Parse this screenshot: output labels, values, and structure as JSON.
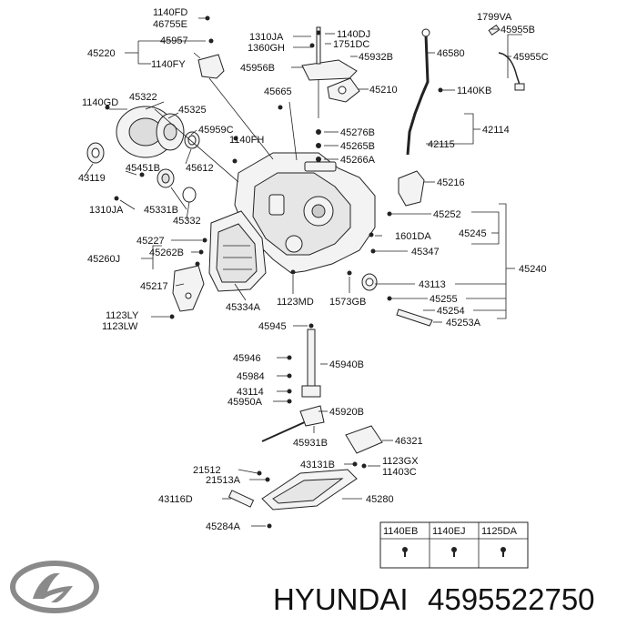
{
  "labels": {
    "l_1140FD": "1140FD",
    "l_46755E": "46755E",
    "l_45957": "45957",
    "l_45220": "45220",
    "l_1140FY": "1140FY",
    "l_1310JA_top": "1310JA",
    "l_1360GH": "1360GH",
    "l_1140DJ": "1140DJ",
    "l_1751DC": "1751DC",
    "l_45956B": "45956B",
    "l_45932B": "45932B",
    "l_46580": "46580",
    "l_1799VA": "1799VA",
    "l_45955B": "45955B",
    "l_45955C": "45955C",
    "l_45210": "45210",
    "l_1140KB": "1140KB",
    "l_45665": "45665",
    "l_1140GD": "1140GD",
    "l_45322": "45322",
    "l_45325": "45325",
    "l_45959C": "45959C",
    "l_1140FH": "1140FH",
    "l_45612": "45612",
    "l_45276B": "45276B",
    "l_45265B": "45265B",
    "l_45266A": "45266A",
    "l_42114": "42114",
    "l_42115": "42115",
    "l_43119": "43119",
    "l_45451B": "45451B",
    "l_1310JA_left": "1310JA",
    "l_45331B": "45331B",
    "l_45332": "45332",
    "l_45216": "45216",
    "l_45252": "45252",
    "l_45245": "45245",
    "l_1601DA": "1601DA",
    "l_45347": "45347",
    "l_45240": "45240",
    "l_45227": "45227",
    "l_45262B": "45262B",
    "l_45260J": "45260J",
    "l_45217": "45217",
    "l_45334A": "45334A",
    "l_1123MD": "1123MD",
    "l_1573GB": "1573GB",
    "l_43113": "43113",
    "l_45255": "45255",
    "l_45254": "45254",
    "l_45253A": "45253A",
    "l_1123LY": "1123LY",
    "l_1123LW": "1123LW",
    "l_45945": "45945",
    "l_45946": "45946",
    "l_45940B": "45940B",
    "l_45984": "45984",
    "l_43114": "43114",
    "l_45950A": "45950A",
    "l_45920B": "45920B",
    "l_45931B": "45931B",
    "l_46321": "46321",
    "l_43131B": "43131B",
    "l_1123GX": "1123GX",
    "l_11403C": "11403C",
    "l_21512": "21512",
    "l_21513A": "21513A",
    "l_43116D": "43116D",
    "l_45280": "45280",
    "l_45284A": "45284A"
  },
  "bolt_table": {
    "headers": [
      "1140EB",
      "1140EJ",
      "1125DA"
    ]
  },
  "brand": {
    "name": "HYUNDAI",
    "part_number": "4595522750"
  }
}
